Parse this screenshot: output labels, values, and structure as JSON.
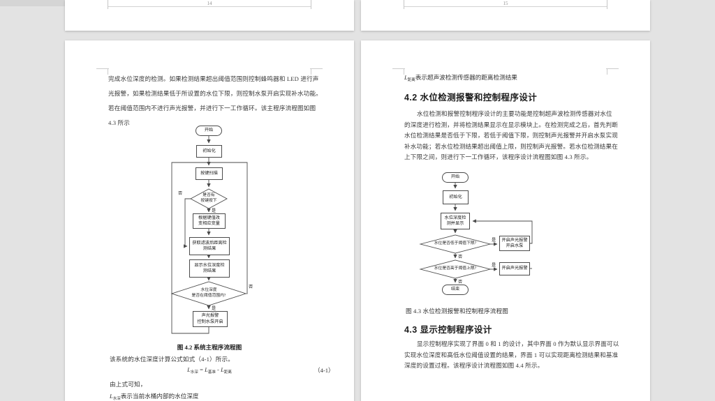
{
  "colors": {
    "canvas_bg": "#e3e3e3",
    "page_bg": "#ffffff",
    "text": "#333333",
    "flowchart_stroke": "#4a4a4a",
    "boundary_marks": "#cccccc",
    "page_number": "#909090"
  },
  "prev_pages": {
    "left_page_number": "14",
    "right_page_number": "15"
  },
  "left_page": {
    "paragraph_lines": [
      "完成水位深度的检测。如果检测结果超出阈值范围则控制蜂鸣器和 LED 进行声",
      "光报警，如果检测结果低于所设置的水位下限，则控制水泵开启实现补水功能。",
      "若在阈值范围内不进行声光报警，并进行下一工作循环。该主程序流程图如图",
      "4.3 所示"
    ],
    "flowchart": {
      "start": "开始",
      "init": "初始化",
      "scan": "按键扫描",
      "decision1": "是否有\n按键按下",
      "change": "根据键值改\n变相应变量",
      "get": "获取滤波后距离检\n测结果",
      "show": "显示水位深度检\n测结果",
      "decision2": "水位深度\n是否在阈值范围内?",
      "alarm": "声光报警\n控制水泵开启",
      "yes": "是",
      "no": "否"
    },
    "figure_caption": "图 4.2  系统主程序流程图",
    "formula_intro": "该系统的水位深度计算公式如式（4-1）所示。",
    "formula": {
      "lhs_var": "L",
      "lhs_sub": "水深",
      "eq": "=",
      "rhs1_var": "L",
      "rhs1_sub": "基准",
      "minus": "-",
      "rhs2_var": "L",
      "rhs2_sub": "距离",
      "number": "（4-1）"
    },
    "after_formula": "由上式可知，",
    "legend_shuishen": {
      "var": "L",
      "sub": "水深",
      "text": "表示当前水桶内部的水位深度"
    }
  },
  "right_page": {
    "legend_juli": {
      "var": "L",
      "sub": "距离",
      "text": "表示超声波检测传感器的距离检测结果"
    },
    "section_42": {
      "title": "4.2  水位检测报警和控制程序设计",
      "paragraph_lines": [
        "水位检测和报警控制程序设计的主要功能是控制超声波检测传感器对水位",
        "的深度进行检测，并将检测结果显示在显示模块上。在检测完成之后，首先判断",
        "水位检测结果是否低于下限，若低于阈值下限，则控制声光报警并开启水泵实现",
        "补水功能；若水位检测结果超出阈值上限，则控制声光报警。若水位检测结果在",
        "上下限之间，则进行下一工作循环，该程序设计流程图如图 4.3 所示。"
      ]
    },
    "flowchart": {
      "start": "开始",
      "init": "初始化",
      "detect": "水位深度检\n测并显示",
      "decision1": "水位是否低于阈值下限?",
      "box1": "开启声光报警\n开启水泵",
      "decision2": "水位是否高于阈值上限?",
      "box2": "开启声光报警",
      "end": "结束",
      "yes": "是",
      "no": "否"
    },
    "figure_caption": "图 4.3  水位检测报警和控制程序流程图",
    "section_43": {
      "title": "4.3  显示控制程序设计",
      "paragraph_lines": [
        "显示控制程序实现了界面 0 和 1 的设计，其中界面 0 作为默认显示界面可以",
        "实现水位深度和高低水位阈值设置的结果，界面 1 可以实现距离检测结果和基准",
        "深度的设置过程。该程序设计流程图如图 4.4 所示。"
      ]
    }
  }
}
